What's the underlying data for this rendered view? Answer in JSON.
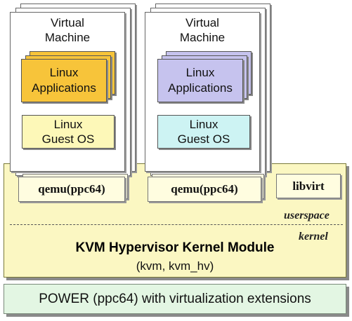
{
  "vm_left": {
    "title_line1": "Virtual",
    "title_line2": "Machine",
    "apps_line1": "Linux",
    "apps_line2": "Applications",
    "guest_line1": "Linux",
    "guest_line2": "Guest OS"
  },
  "vm_right": {
    "title_line1": "Virtual",
    "title_line2": "Machine",
    "apps_line1": "Linux",
    "apps_line2": "Applications",
    "guest_line1": "Linux",
    "guest_line2": "Guest OS"
  },
  "host": {
    "qemu_left": "qemu(ppc64)",
    "qemu_right": "qemu(ppc64)",
    "libvirt": "libvirt",
    "userspace_label": "userspace",
    "kernel_label": "kernel",
    "kvm_title": "KVM Hypervisor Kernel Module",
    "kvm_subtitle": "(kvm, kvm_hv)"
  },
  "hardware": {
    "label": "POWER (ppc64) with virtualization extensions"
  },
  "colors": {
    "host_fill": "#fbf7c2",
    "left_apps_fill": "#f7c43a",
    "left_guest_fill": "#fdf8b8",
    "right_apps_fill": "#c6c3ee",
    "right_guest_fill": "#cdf3f3",
    "power_fill": "#e3f6e3"
  }
}
